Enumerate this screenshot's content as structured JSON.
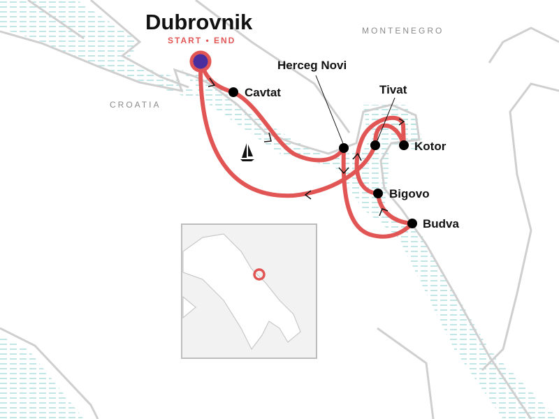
{
  "title": "Dubrovnik",
  "subtitle": "START • END",
  "countries": [
    "MONTENEGRO",
    "CROATIA"
  ],
  "stops": [
    "Cavtat",
    "Herceg Novi",
    "Tivat",
    "Kotor",
    "Bigovo",
    "Budva"
  ],
  "colors": {
    "route": "#e25555",
    "start": "#4b2e9e",
    "water": "#a7dcdc",
    "land": "#cfcfcf"
  }
}
